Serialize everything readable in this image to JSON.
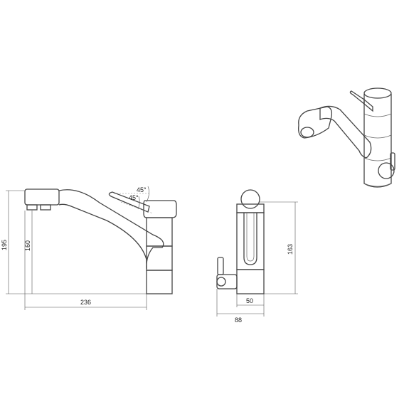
{
  "dimensions": {
    "height_total": "195",
    "height_spout": "160",
    "length": "236",
    "height_side": "163",
    "depth_body": "50",
    "depth_total": "88",
    "angle_upper": "45°",
    "angle_lower": "45°"
  },
  "colors": {
    "line": "#444444",
    "dimension": "#555555",
    "background": "#ffffff"
  }
}
